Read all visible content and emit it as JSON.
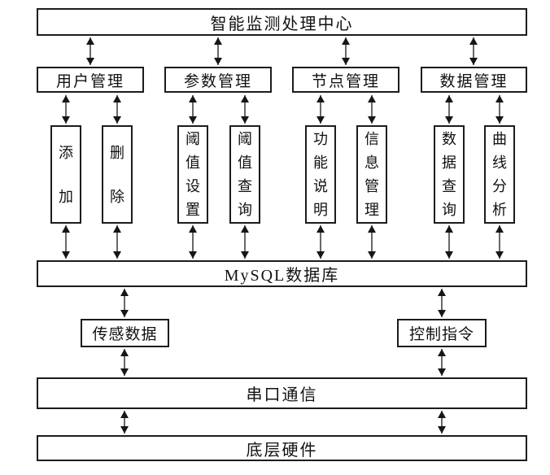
{
  "diagram": {
    "title": "智能监测处理中心",
    "modules": [
      {
        "label": "用户管理",
        "children": [
          "添加",
          "删除"
        ]
      },
      {
        "label": "参数管理",
        "children": [
          "阈值设置",
          "阈值查询"
        ]
      },
      {
        "label": "节点管理",
        "children": [
          "功能说明",
          "信息管理"
        ]
      },
      {
        "label": "数据管理",
        "children": [
          "数据查询",
          "曲线分析"
        ]
      }
    ],
    "database_label": "MySQL数据库",
    "sensor_data_label": "传感数据",
    "control_command_label": "控制指令",
    "serial_label": "串口通信",
    "hardware_label": "底层硬件",
    "line_color": "#161616",
    "background_color": "#ffffff"
  }
}
